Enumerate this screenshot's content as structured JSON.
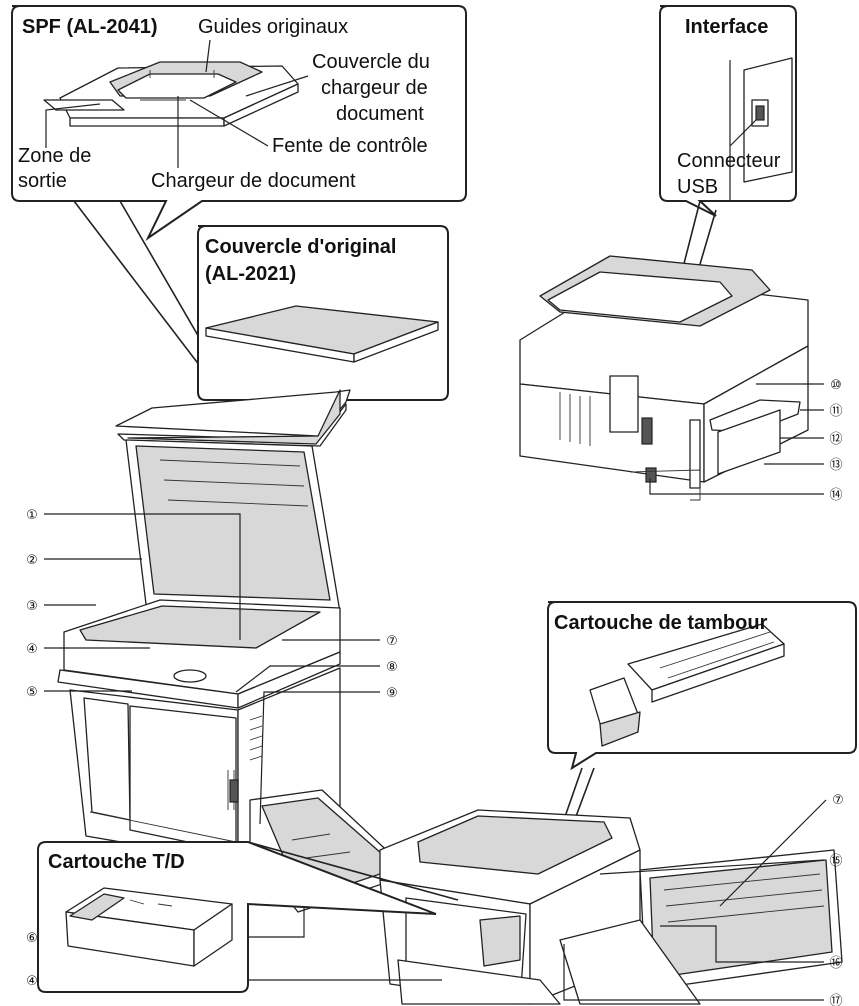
{
  "callouts": {
    "spf": {
      "title": "SPF (AL-2041)",
      "labels": {
        "guides": "Guides originaux",
        "cover_line1": "Couvercle du",
        "cover_line2": "chargeur de",
        "cover_line3": "document",
        "exit_line1": "Zone de",
        "exit_line2": "sortie",
        "slot": "Fente de contrôle",
        "feeder": "Chargeur de document"
      }
    },
    "original_cover": {
      "title_line1": "Couvercle d'original",
      "title_line2": "(AL-2021)"
    },
    "interface": {
      "title": "Interface",
      "label_line1": "Connecteur",
      "label_line2": "USB"
    },
    "drum": {
      "title": "Cartouche de tambour"
    },
    "td": {
      "title": "Cartouche T/D"
    }
  },
  "numbers": [
    "①",
    "②",
    "③",
    "④",
    "⑤",
    "⑥",
    "⑦",
    "⑧",
    "⑨",
    "⑩",
    "⑪",
    "⑫",
    "⑬",
    "⑭",
    "⑮",
    "⑯",
    "⑰"
  ]
}
